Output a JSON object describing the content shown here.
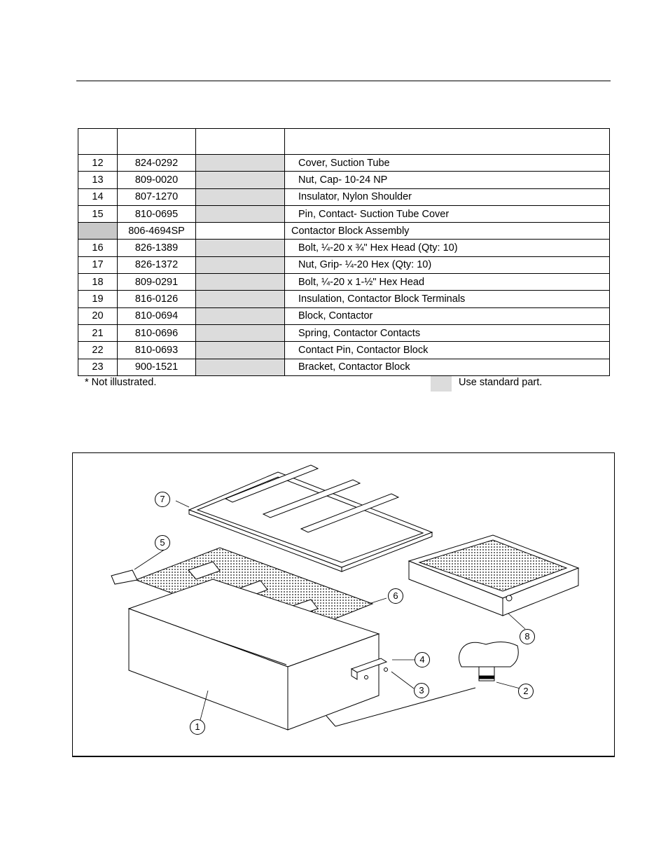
{
  "parts_table": {
    "header": [
      "",
      "",
      "",
      ""
    ],
    "rows": [
      {
        "item": "12",
        "part_number": "824-0292",
        "description": "Cover, Suction Tube",
        "assembly": false
      },
      {
        "item": "13",
        "part_number": "809-0020",
        "description": "Nut, Cap- 10-24 NP",
        "assembly": false
      },
      {
        "item": "14",
        "part_number": "807-1270",
        "description": "Insulator, Nylon Shoulder",
        "assembly": false
      },
      {
        "item": "15",
        "part_number": "810-0695",
        "description": "Pin, Contact- Suction Tube Cover",
        "assembly": false
      },
      {
        "item": "",
        "part_number": "806-4694SP",
        "description": "Contactor Block Assembly",
        "assembly": true
      },
      {
        "item": "16",
        "part_number": "826-1389",
        "description": "Bolt, ¼-20 x ¾\" Hex Head (Qty: 10)",
        "assembly": false
      },
      {
        "item": "17",
        "part_number": "826-1372",
        "description": "Nut, Grip- ¼-20 Hex (Qty: 10)",
        "assembly": false
      },
      {
        "item": "18",
        "part_number": "809-0291",
        "description": "Bolt, ¼-20 x 1-½\" Hex Head",
        "assembly": false
      },
      {
        "item": "19",
        "part_number": "816-0126",
        "description": "Insulation, Contactor Block Terminals",
        "assembly": false
      },
      {
        "item": "20",
        "part_number": "810-0694",
        "description": "Block, Contactor",
        "assembly": false
      },
      {
        "item": "21",
        "part_number": "810-0696",
        "description": "Spring, Contactor Contacts",
        "assembly": false
      },
      {
        "item": "22",
        "part_number": "810-0693",
        "description": "Contact Pin, Contactor Block",
        "assembly": false
      },
      {
        "item": "23",
        "part_number": "900-1521",
        "description": "Bracket, Contactor Block",
        "assembly": false
      }
    ]
  },
  "notes": {
    "not_illustrated": "* Not illustrated.",
    "standard_part": "Use standard part."
  },
  "figure": {
    "callouts": [
      "1",
      "2",
      "3",
      "4",
      "5",
      "6",
      "7",
      "8"
    ]
  },
  "colors": {
    "standard_part_shade": "#dcdcdc",
    "assembly_shade": "#c8c8c8"
  }
}
